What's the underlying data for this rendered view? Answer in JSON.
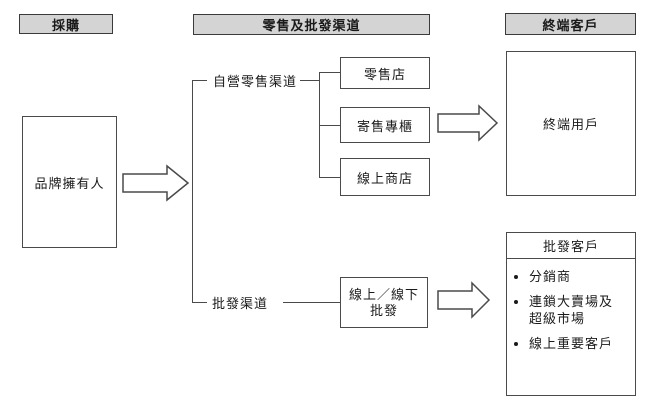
{
  "headers": {
    "procurement": "採購",
    "channels": "零售及批發渠道",
    "end_customers": "終端客戶"
  },
  "brand_owner": "品牌擁有人",
  "retail": {
    "group_label": "自營零售渠道",
    "retail_store": "零售店",
    "consignment_counter": "寄售專櫃",
    "online_store": "線上商店",
    "end_users": "終端用戶"
  },
  "wholesale": {
    "group_label": "批發渠道",
    "box_line1": "線上／線下",
    "box_line2": "批發",
    "customers": {
      "title": "批發客戶",
      "item1": "分銷商",
      "item2_line1": "連鎖大賣場及",
      "item2_line2": "超級市場",
      "item3": "線上重要客戶"
    }
  },
  "colors": {
    "header_bg": "#d4d4d4",
    "header_border": "#3a3a3a",
    "line": "#4a4a4a",
    "text": "#1a1a1a"
  }
}
